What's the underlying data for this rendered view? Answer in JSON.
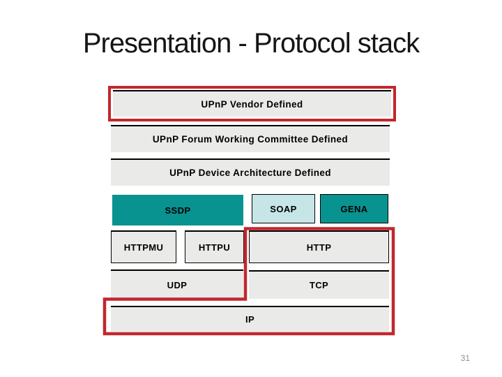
{
  "slide": {
    "title": "Presentation - Protocol stack",
    "page_number": "31"
  },
  "colors": {
    "teal": "#089390",
    "lightteal": "#c6e5e7",
    "boxgray": "#eaeae8",
    "red": "#c0282e"
  },
  "diagram": {
    "boxes": {
      "vendor": "UPnP Vendor Defined",
      "forum": "UPnP Forum Working Committee Defined",
      "device": "UPnP Device Architecture Defined",
      "ssdp": "SSDP",
      "soap": "SOAP",
      "gena": "GENA",
      "httpmu": "HTTPMU",
      "httpu": "HTTPU",
      "http": "HTTP",
      "udp": "UDP",
      "tcp": "TCP",
      "ip": "IP"
    }
  }
}
